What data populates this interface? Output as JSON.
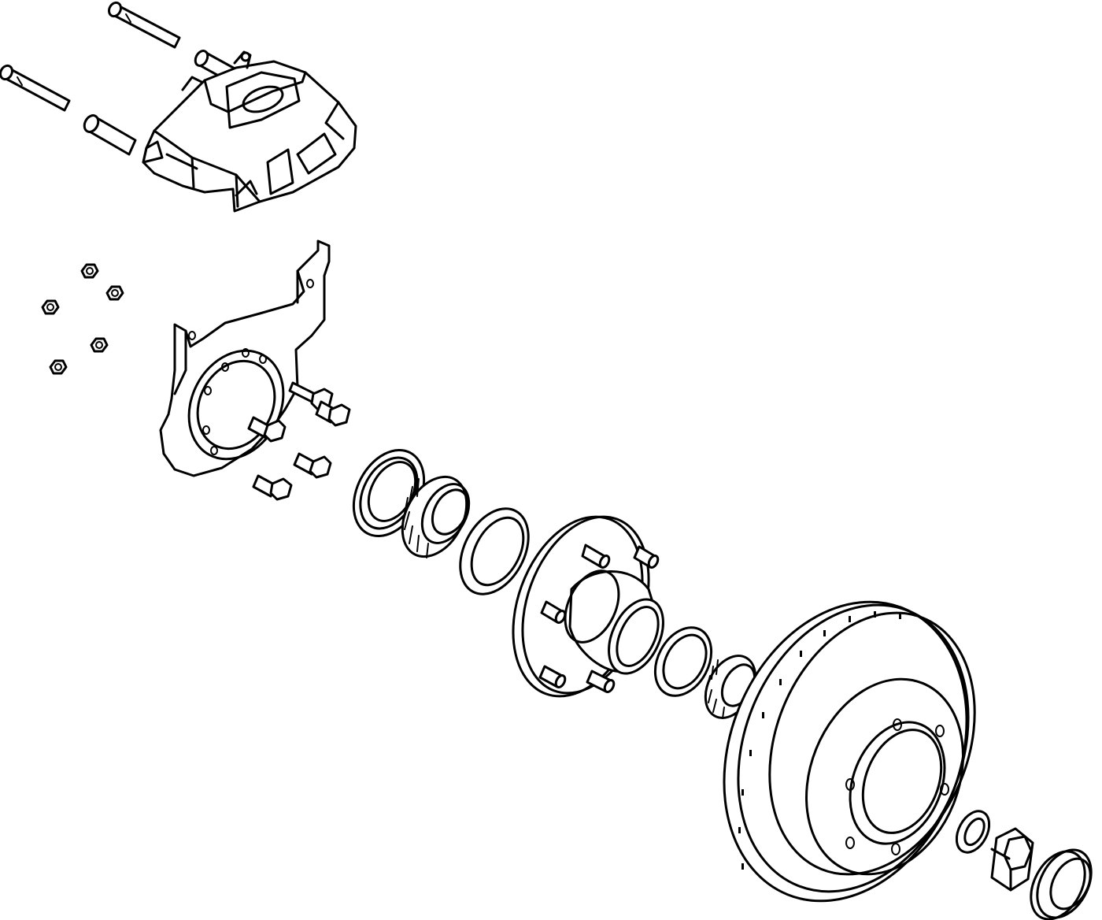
{
  "diagram": {
    "style": "black line-art exploded view on white",
    "colors": {
      "line": "#000000",
      "background": "#ffffff"
    },
    "parts": [
      "caliper-pin",
      "caliper-sleeve",
      "brake-caliper",
      "lug-nut",
      "caliper-bracket",
      "bracket-bolt",
      "grease-seal",
      "inner-bearing-cone",
      "inner-bearing-race",
      "wheel-hub",
      "wheel-stud",
      "outer-bearing-race",
      "outer-bearing-cone",
      "brake-rotor",
      "spindle-washer",
      "castle-nut",
      "dust-cap"
    ]
  }
}
